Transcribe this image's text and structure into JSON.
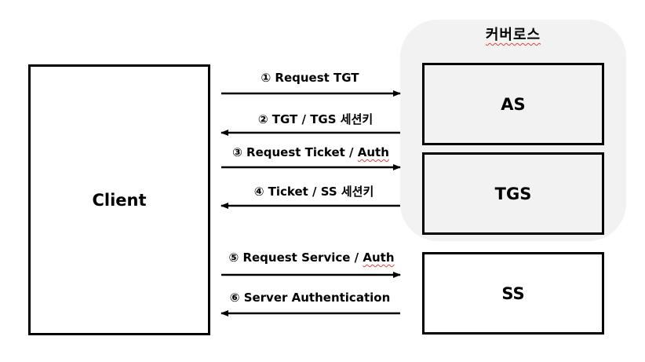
{
  "group": {
    "title": "커버로스"
  },
  "boxes": {
    "client": "Client",
    "as": "AS",
    "tgs": "TGS",
    "ss": "SS"
  },
  "messages": [
    {
      "num": "①",
      "text": "Request TGT",
      "direction": "right"
    },
    {
      "num": "②",
      "text": "TGT / TGS 세션키",
      "direction": "left"
    },
    {
      "num": "③",
      "text": "Request Ticket / ",
      "wavy": "Auth",
      "direction": "right"
    },
    {
      "num": "④",
      "text": "Ticket / SS 세션키",
      "direction": "left"
    },
    {
      "num": "⑤",
      "text": "Request Service / ",
      "wavy": "Auth",
      "direction": "right"
    },
    {
      "num": "⑥",
      "text": "Server Authentication",
      "direction": "left"
    }
  ]
}
